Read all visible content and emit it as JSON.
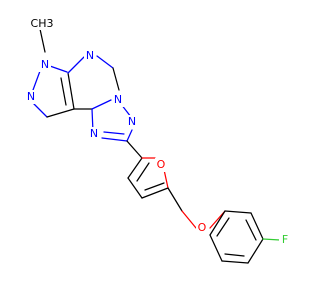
{
  "diagram": {
    "type": "chemical-structure",
    "colors": {
      "carbon_bond": "#000000",
      "nitrogen": "#0000ff",
      "oxygen": "#ff0000",
      "fluorine": "#33cc33"
    },
    "labels": {
      "methyl": "CH3",
      "n_pyrazole_top": "N",
      "n_pyrimidine_top": "N",
      "n_pyrazole_left": "N",
      "n_triazole_fused": "N",
      "n_triazole_right": "N",
      "n_triazole_left": "N",
      "o_furan": "O",
      "o_ether": "O",
      "fluorine": "F"
    }
  }
}
